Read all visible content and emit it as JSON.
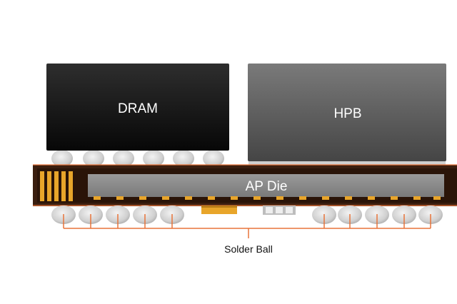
{
  "labels": {
    "dram": "DRAM",
    "hpb": "HPB",
    "ap_die": "AP Die",
    "solder_ball": "Solder Ball"
  },
  "colors": {
    "dram_fill_top": "#2e2e2e",
    "dram_fill_bottom": "#0a0a0a",
    "hpb_fill_top": "#7a7a7a",
    "hpb_fill_bottom": "#444444",
    "substrate": "#3a1e0f",
    "substrate_inner": "#2a1408",
    "ap_die_fill": "#8a8a8a",
    "gold": "#e8a52a",
    "solder_ball": "#d4d4d4",
    "callout_line": "#e8743a",
    "label_text_light": "#ffffff",
    "label_text_dark": "#111111"
  }
}
